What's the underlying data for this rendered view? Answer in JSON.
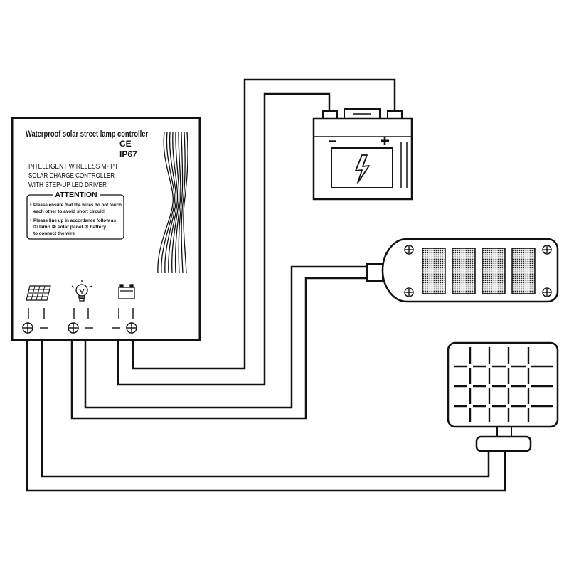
{
  "controller": {
    "title": "Waterproof solar street lamp controller",
    "cert1": "CE",
    "cert2": "IP67",
    "desc_line1": "INTELLIGENT WIRELESS MPPT",
    "desc_line2": "SOLAR CHARGE CONTROLLER",
    "desc_line3": "WITH STEP-UP LED DRIVER",
    "attention_title": "ATTENTION",
    "note1_line1": "Please ensure that the wires do not touch",
    "note1_line2": "each other to avoid short circuit!",
    "note2_line1": "Please line up in accordance follow as",
    "note2_line2": "① lamp ② solar panel ③ battery",
    "note2_line3": "to connect the wire",
    "terminals": {
      "solar": {
        "icon": "solar-panel-icon",
        "plus": "+",
        "minus": "−"
      },
      "lamp": {
        "icon": "bulb-icon",
        "plus": "+",
        "minus": "−"
      },
      "battery": {
        "icon": "battery-icon",
        "plus": "+",
        "minus": "−"
      }
    }
  },
  "battery": {
    "minus": "−",
    "plus": "+",
    "icon": "lightning-icon"
  },
  "lamp_panel": {
    "icon": "led-lamp-icon"
  },
  "solar_panel": {
    "icon": "solar-panel-icon"
  }
}
